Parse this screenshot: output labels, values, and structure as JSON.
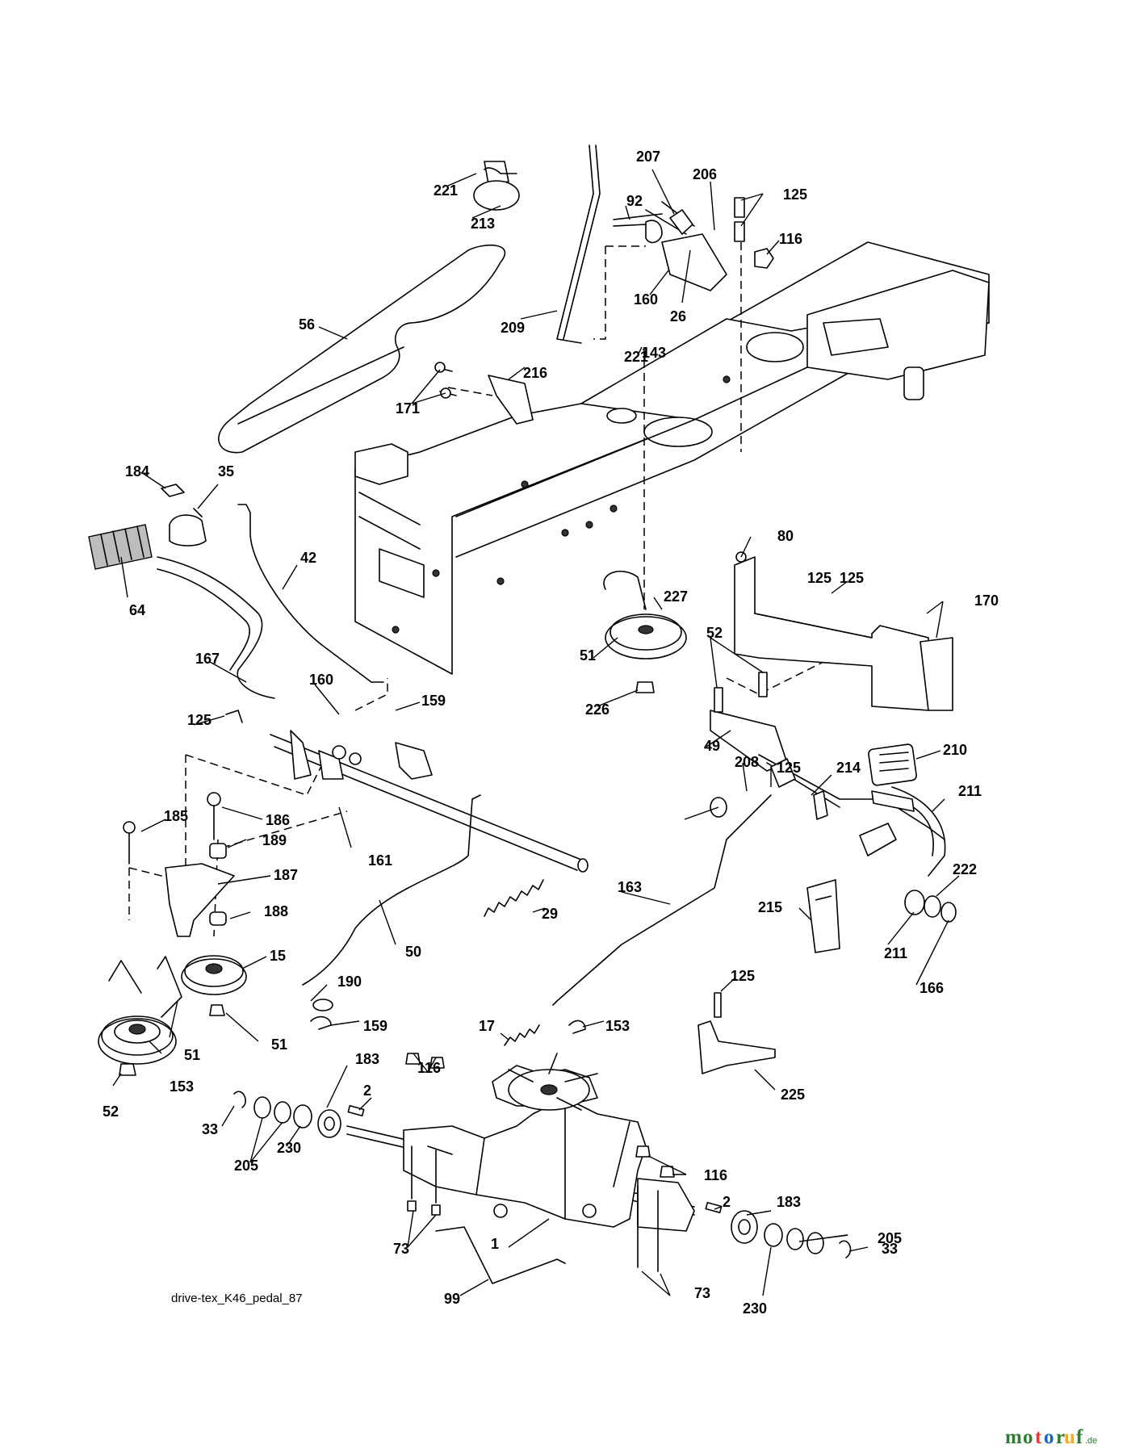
{
  "diagram": {
    "drawing_code": "drive-tex_K46_pedal_87",
    "watermark": {
      "brand": "motoruf",
      "suffix": ".de",
      "colors": [
        "#2e7d32",
        "#2e7d32",
        "#e53935",
        "#1565c0",
        "#2e7d32",
        "#f9a825",
        "#2e7d32"
      ]
    },
    "callouts": [
      "221",
      "213",
      "207",
      "92",
      "206",
      "125",
      "116",
      "56",
      "160",
      "26",
      "209",
      "216",
      "143",
      "171",
      "221",
      "184",
      "35",
      "42",
      "64",
      "167",
      "160",
      "159",
      "125",
      "80",
      "125",
      "125",
      "170",
      "227",
      "52",
      "51",
      "226",
      "49",
      "185",
      "186",
      "189",
      "187",
      "188",
      "161",
      "29",
      "50",
      "15",
      "190",
      "159",
      "51",
      "51",
      "52",
      "153",
      "208",
      "125",
      "214",
      "210",
      "211",
      "222",
      "163",
      "215",
      "211",
      "166",
      "125",
      "17",
      "153",
      "225",
      "183",
      "116",
      "2",
      "33",
      "205",
      "230",
      "116",
      "73",
      "1",
      "2",
      "183",
      "205",
      "33",
      "99",
      "73",
      "230"
    ]
  }
}
